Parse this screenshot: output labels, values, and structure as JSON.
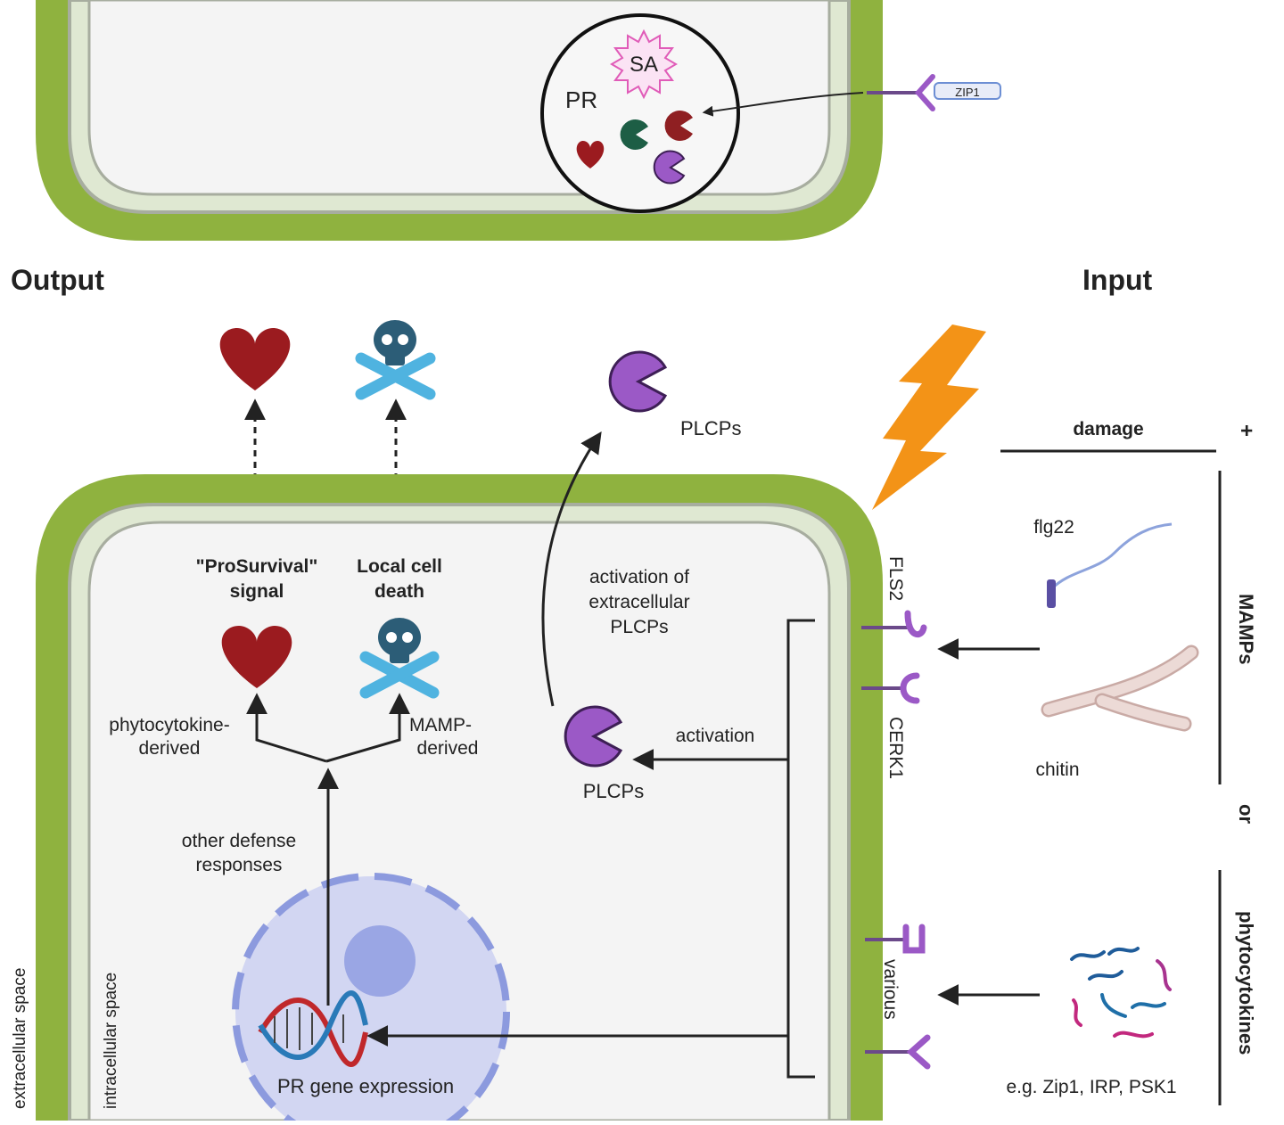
{
  "top_cell": {
    "sa_label": "SA",
    "pr_label": "PR",
    "receptor_label": "ZIP1"
  },
  "headers": {
    "output": "Output",
    "input": "Input"
  },
  "outputs": {
    "prosurvival_line1": "\"ProSurvival\"",
    "prosurvival_line2": "signal",
    "celldeath_line1": "Local cell",
    "celldeath_line2": "death",
    "phyto_line1": "phytocytokine-",
    "phyto_line2": "derived",
    "mamp_line1": "MAMP-",
    "mamp_line2": "derived",
    "other_line1": "other defense",
    "other_line2": "responses",
    "pr_gene": "PR gene expression"
  },
  "plcps": {
    "extracellular_label": "PLCPs",
    "intracellular_label": "PLCPs",
    "activation_ext_line1": "activation of",
    "activation_ext_line2": "extracellular",
    "activation_ext_line3": "PLCPs",
    "activation_label": "activation"
  },
  "receptors": {
    "fls2": "FLS2",
    "cerk1": "CERK1",
    "various": "various"
  },
  "inputs": {
    "damage": "damage",
    "plus": "+",
    "mamps": "MAMPs",
    "or": "or",
    "phytocytokines": "phytocytokines",
    "flg22": "flg22",
    "chitin": "chitin",
    "examples": "e.g. Zip1, IRP, PSK1"
  },
  "spaces": {
    "extracellular": "extracellular space",
    "intracellular": "intracellular space"
  },
  "colors": {
    "cell_wall": "#8fb23f",
    "membrane": "#dfe8d2",
    "cytoplasm": "#f3f3f3",
    "heart": "#9b1b1f",
    "skull": "#2c5d77",
    "bones": "#4fb3e0",
    "plcp": "#9b59c6",
    "lightning": "#f39317",
    "nucleus": "#c8cdf0"
  }
}
